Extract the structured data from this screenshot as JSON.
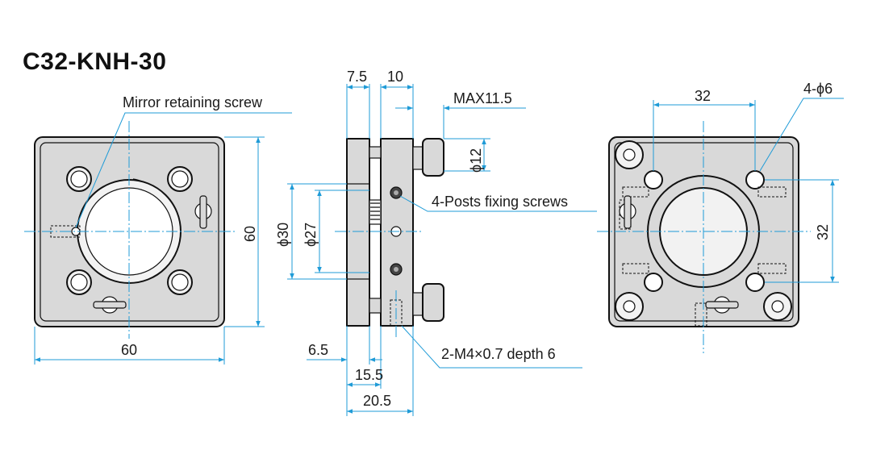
{
  "title": "C32-KNH-30",
  "labels": {
    "mirror_retaining_screw": "Mirror retaining screw",
    "posts_fixing_screws": "4-Posts fixing screws",
    "tapped_holes": "2-M4×0.7 depth 6",
    "max_knob": "MAX11.5",
    "holes_4x6": "4-ϕ6"
  },
  "dimensions": {
    "front_width": "60",
    "front_height": "60",
    "side_7_5": "7.5",
    "side_10": "10",
    "side_6_5": "6.5",
    "side_15_5": "15.5",
    "side_20_5": "20.5",
    "knob_dia": "ϕ12",
    "dia_30": "ϕ30",
    "dia_27": "ϕ27",
    "rear_32_h": "32",
    "rear_32_v": "32"
  },
  "colors": {
    "dimension_line": "#1f9bd7",
    "part_fill": "#d9d9d9",
    "bore_fill": "#f2f2f2",
    "outline": "#111111"
  }
}
